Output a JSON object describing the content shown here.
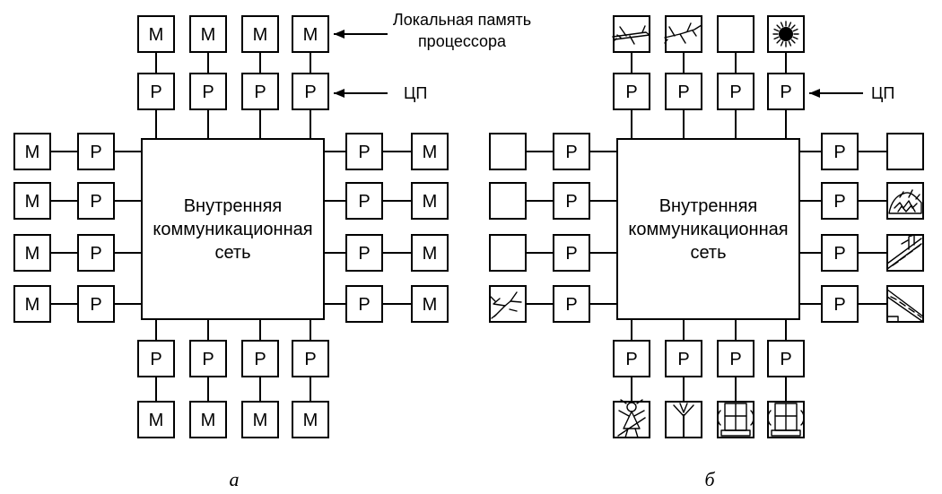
{
  "diagram": {
    "processor_label": "P",
    "memory_label": "M",
    "network_label": [
      "Внутренняя",
      "коммуникационная",
      "сеть"
    ],
    "annotations": {
      "local_memory": [
        "Локальная память",
        "процессора"
      ],
      "cpu": "ЦП"
    },
    "subfigures": [
      "а",
      "б"
    ],
    "picture_icons": {
      "top": [
        "plane-icon",
        "jet-icon",
        "empty",
        "splash-icon"
      ],
      "left": [
        "empty",
        "empty",
        "empty",
        "bird-icon"
      ],
      "right": [
        "empty",
        "bush-icon",
        "roof-chimney-icon",
        "roof-icon"
      ],
      "bottom": [
        "girl-icon",
        "tree-icon",
        "window-icon",
        "window-icon"
      ]
    }
  }
}
